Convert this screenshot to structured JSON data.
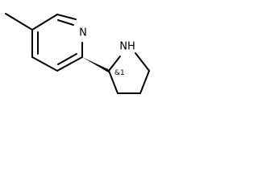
{
  "structure": {
    "atom_labels": {
      "pyridine_nitrogen": "N",
      "pyrrolidine_nitrogen": "NH"
    },
    "stereo_label": "&1",
    "stereo_bond": "wedge"
  }
}
